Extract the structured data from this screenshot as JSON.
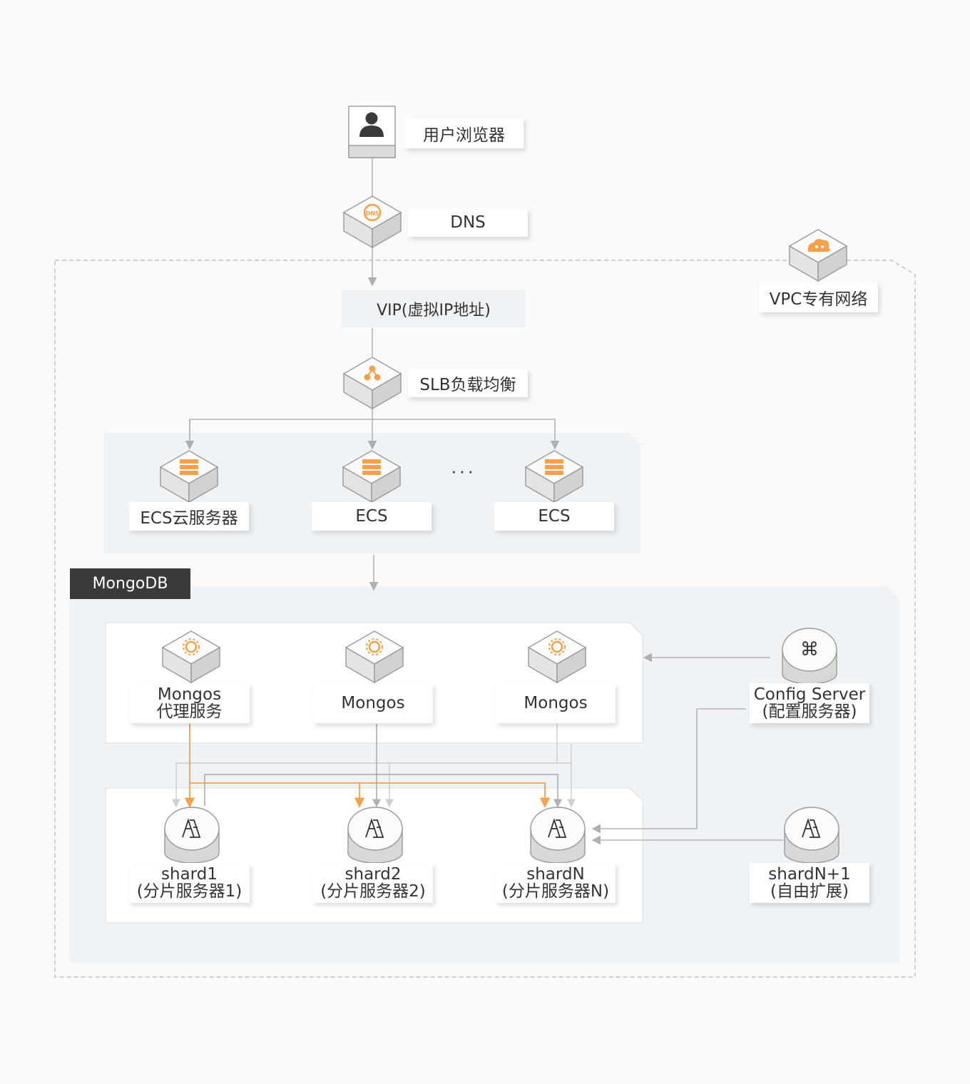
{
  "colors": {
    "accent_orange": "#f5a04b",
    "line_gray": "#b5b5b5",
    "panel_bg": "#f0f3f6",
    "tag_bg": "#3a3a3a"
  },
  "nodes": {
    "browser": {
      "label": "用户浏览器",
      "icon": "user-icon"
    },
    "dns": {
      "label": "DNS",
      "icon": "dns-icon"
    },
    "vip": {
      "label": "VIP(虚拟IP地址)"
    },
    "vpc": {
      "label": "VPC专有网络",
      "icon": "cloud-icon"
    },
    "slb": {
      "label": "SLB负载均衡",
      "icon": "slb-icon"
    },
    "ecs": [
      {
        "label": "ECS云服务器",
        "icon": "server-stack-icon"
      },
      {
        "label": "ECS",
        "icon": "server-stack-icon"
      },
      {
        "label": "ECS",
        "icon": "server-stack-icon"
      }
    ],
    "ellipsis": "···",
    "mongodb_tag": "MongoDB",
    "mongos": [
      {
        "line1": "Mongos",
        "line2": "代理服务",
        "icon": "gear-icon"
      },
      {
        "line1": "Mongos",
        "icon": "gear-icon"
      },
      {
        "line1": "Mongos",
        "icon": "gear-icon"
      }
    ],
    "config_server": {
      "line1": "Config Server",
      "line2": "(配置服务器)",
      "icon": "command-icon"
    },
    "shards": [
      {
        "line1": "shard1",
        "line2": "(分片服务器1)",
        "icon": "database-icon"
      },
      {
        "line1": "shard2",
        "line2": "(分片服务器2)",
        "icon": "database-icon"
      },
      {
        "line1": "shardN",
        "line2": "(分片服务器N)",
        "icon": "database-icon"
      },
      {
        "line1": "shardN+1",
        "line2": "(自由扩展)",
        "icon": "database-icon"
      }
    ]
  }
}
